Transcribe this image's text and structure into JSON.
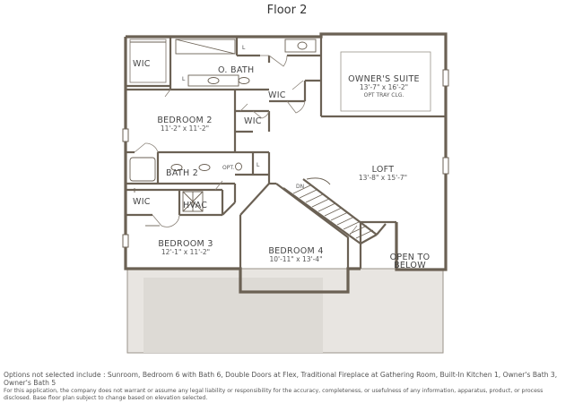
{
  "title": "Floor 2",
  "rooms": {
    "wic1": "WIC",
    "obath": "O. BATH",
    "wic2": "WIC",
    "owners_suite": "OWNER'S SUITE",
    "owners_suite_dim": "13'-7\" x 16'-2\"",
    "owners_suite_note": "OPT TRAY CLG.",
    "bedroom2": "BEDROOM 2",
    "bedroom2_dim": "11'-2\" x 11'-2\"",
    "wic3": "WIC",
    "bath2": "BATH 2",
    "bath2_opt": "OPT.",
    "loft": "LOFT",
    "loft_dim": "13'-8\" x 15'-7\"",
    "wic4": "WIC",
    "hvac": "HVAC",
    "dn": "DN",
    "bedroom3": "BEDROOM 3",
    "bedroom3_dim": "12'-1\" x 11'-2\"",
    "bedroom4": "BEDROOM 4",
    "bedroom4_dim": "10'-11\" x 13'-4\"",
    "open_to_below_1": "OPEN TO",
    "open_to_below_2": "BELOW",
    "linen_1": "L",
    "linen_2": "L",
    "linen_3": "L"
  },
  "notes": {
    "options": "Options not selected include : Sunroom, Bedroom 6 with Bath 6, Double Doors at Flex, Traditional Fireplace at Gathering Room, Built-In Kitchen 1, Owner's Bath 3, Owner's Bath 5",
    "disclaimer": "For this application, the company does not warrant or assume any legal liability or responsibility for the accuracy, completeness, or usefulness of any information, apparatus, product, or process disclosed. Base floor plan subject to change based on elevation selected."
  },
  "colors": {
    "wall": "#6b6154",
    "line": "#7a7268",
    "shade": "#e6e3df"
  }
}
